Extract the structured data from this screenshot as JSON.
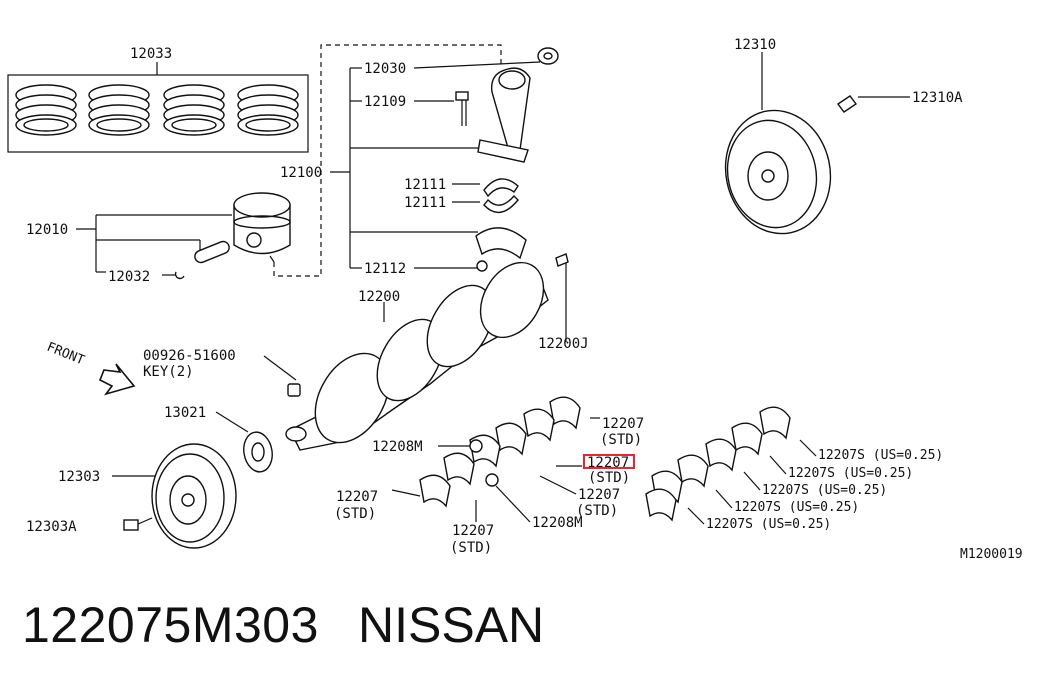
{
  "labels": {
    "piston_rings": "12033",
    "conrod_bearing_top": "12030",
    "conrod_bolt": "12109",
    "conrod_assy": "12100",
    "conrod_bearing_a": "12111",
    "conrod_bearing_b": "12111",
    "piston": "12010",
    "piston_pin": "12032",
    "conrod_nut": "12112",
    "crankshaft": "12200",
    "crank_pilot": "12200J",
    "key_part": "00926-51600",
    "key_desc": "KEY(2)",
    "front": "FRONT",
    "sprocket": "13021",
    "pulley": "12303",
    "pulley_bolt": "12303A",
    "flywheel": "12310",
    "flywheel_bolt": "12310A",
    "thrust_washer_top": "12208M",
    "thrust_washer_bottom": "12208M",
    "bearing_std_1": "12207",
    "bearing_std_1_note": "(STD)",
    "bearing_std_2": "12207",
    "bearing_std_2_note": "(STD)",
    "bearing_std_3": "12207",
    "bearing_std_3_note": "(STD)",
    "bearing_std_4": "12207",
    "bearing_std_4_note": "(STD)",
    "bearing_std_5": "12207",
    "bearing_std_5_note": "(STD)",
    "bearing_us_1": "12207S (US=0.25)",
    "bearing_us_2": "12207S (US=0.25)",
    "bearing_us_3": "12207S (US=0.25)",
    "bearing_us_4": "12207S (US=0.25)",
    "bearing_us_5": "12207S (US=0.25)",
    "diagram_code": "M1200019"
  },
  "footer": {
    "part_number": "122075M303",
    "brand": "NISSAN"
  },
  "colors": {
    "highlight": "#e8262d",
    "ink": "#111111"
  }
}
